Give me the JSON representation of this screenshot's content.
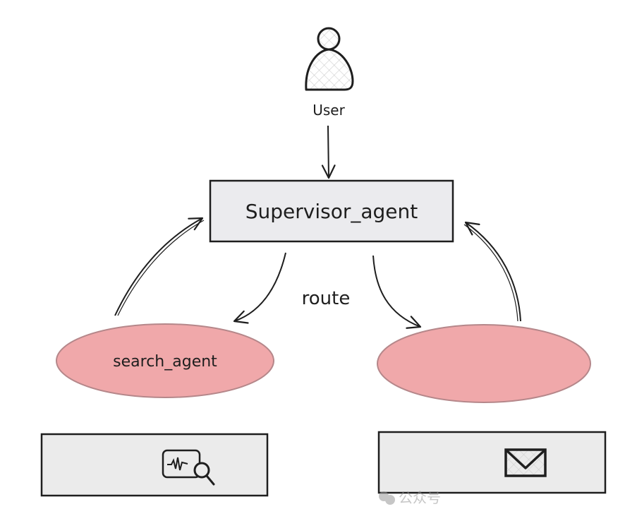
{
  "diagram": {
    "user": {
      "label": "User"
    },
    "supervisor": {
      "label": "Supervisor_agent"
    },
    "edge_label": "route",
    "agents": [
      {
        "label": "search_agent"
      },
      {
        "label": ""
      }
    ],
    "tools": [
      {
        "icon": "search-chart-icon"
      },
      {
        "icon": "envelope-icon"
      }
    ]
  },
  "watermark": {
    "text": "公众号"
  },
  "colors": {
    "stroke": "#1e1e1e",
    "box_fill": "#ebebee",
    "agent_fill": "#f0a8aa",
    "agent_stroke": "#b5878a",
    "hatch": "#c8c8c8"
  }
}
